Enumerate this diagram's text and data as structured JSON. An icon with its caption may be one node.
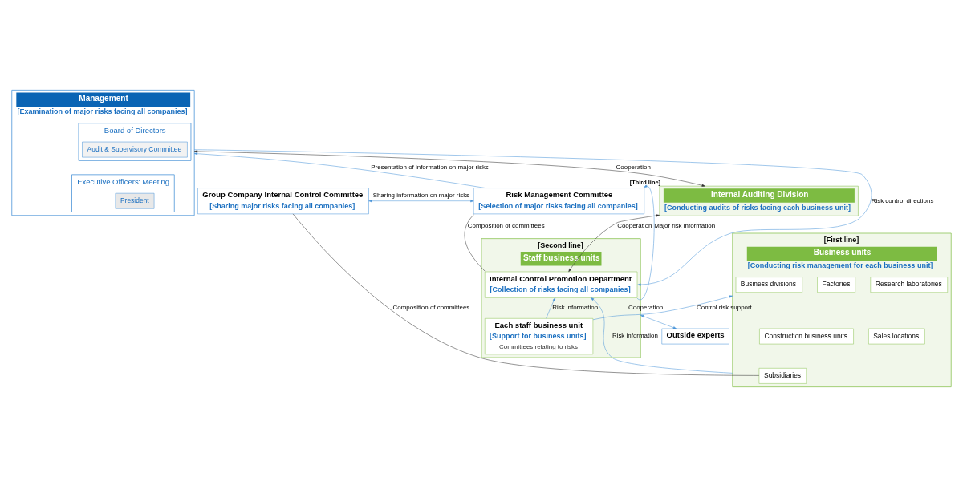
{
  "diagram": {
    "nodes": [
      {
        "text": [
          "Management",
          "[Examination of major risks facing all companies]"
        ]
      },
      {
        "text": [
          "Board of Directors"
        ],
        "in": 0
      },
      {
        "text": [
          "Audit & Supervisory Committee"
        ],
        "in": 1
      },
      {
        "text": [
          "Executive Officers' Meeting"
        ],
        "in": 0
      },
      {
        "text": [
          "President"
        ],
        "in": 3
      },
      {
        "text": [
          "Group Company Internal Control Committee",
          "[Sharing major risks facing all companies]"
        ]
      },
      {
        "text": [
          "Risk Management Committee",
          "[Selection of major risks facing all companies]"
        ]
      },
      {
        "text": [
          "Internal Auditing Division",
          "[Conducting audits of risks facing each business unit]"
        ],
        "beside": [
          "[Third line]"
        ]
      },
      {
        "text": [
          "Business units",
          "[Conducting risk management for each business unit]"
        ],
        "beside": [
          "[First line]"
        ]
      },
      {
        "text": [
          "Business divisions"
        ],
        "in": 8
      },
      {
        "text": [
          "Factories"
        ],
        "in": 8
      },
      {
        "text": [
          "Research laboratories"
        ],
        "in": 8
      },
      {
        "text": [
          "Construction business units"
        ],
        "in": 8
      },
      {
        "text": [
          "Sales locations"
        ],
        "in": 8
      },
      {
        "text": [
          "Subsidiaries"
        ],
        "in": 8
      },
      {
        "text": [
          "Staff business units"
        ],
        "beside": [
          "[Second line]"
        ]
      },
      {
        "text": [
          "Internal Control Promotion Department",
          "[Collection of risks facing all companies]"
        ],
        "in": 15
      },
      {
        "text": [
          "Each staff business unit",
          "[Support for business units]",
          "Committees relating to risks"
        ],
        "in": 15
      },
      {
        "text": [
          "Outside experts"
        ]
      }
    ],
    "edges": [
      {
        "from": 7,
        "to": 0,
        "arrow": "both",
        "label": "Cooperation",
        "color": "#333333"
      },
      {
        "from": 0,
        "to": 16,
        "arrow": "to",
        "label": "Risk control directions"
      },
      {
        "from": 6,
        "to": 0,
        "arrow": "to",
        "label": "Presentation of information on major risks"
      },
      {
        "from": 5,
        "to": 6,
        "arrow": "both",
        "label": "Sharing information on major risks"
      },
      {
        "from": 5,
        "to": 14,
        "arrow": "none",
        "label": "Composition of committees",
        "color": "#333333"
      },
      {
        "from": 6,
        "to": 16,
        "arrow": "none",
        "label": "Composition of committees",
        "color": "#333333"
      },
      {
        "from": 16,
        "to": 6,
        "arrow": "to",
        "label": "Major risk information"
      },
      {
        "from": 16,
        "to": 7,
        "arrow": "both",
        "label": "Cooperation",
        "color": "#333333"
      },
      {
        "from": 8,
        "to": 16,
        "arrow": "to",
        "label": "Risk information"
      },
      {
        "from": 17,
        "to": 16,
        "arrow": "to",
        "label": "Risk information"
      },
      {
        "from": 17,
        "to": 8,
        "arrow": "to",
        "label": "Control risk support"
      },
      {
        "from": 15,
        "to": 18,
        "arrow": "both",
        "label": "Cooperation"
      }
    ]
  }
}
